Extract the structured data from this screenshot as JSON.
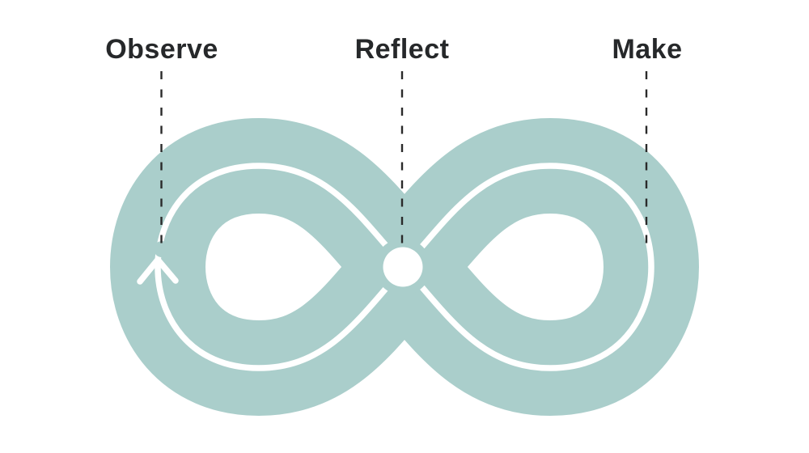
{
  "diagram": {
    "type": "infinity-loop-process",
    "phases": [
      {
        "label": "Observe"
      },
      {
        "label": "Reflect"
      },
      {
        "label": "Make"
      }
    ],
    "flow": {
      "arrow_icon": "arrow-up",
      "arrow_meaning": "direction of travel around the loop",
      "center_marker": "dot"
    },
    "colors": {
      "loop_fill": "#aacecb",
      "trace": "#ffffff",
      "center_dot": "#ffffff",
      "label_text": "#26282a",
      "dashed_line": "#2a2a2a",
      "background": "#ffffff"
    }
  }
}
